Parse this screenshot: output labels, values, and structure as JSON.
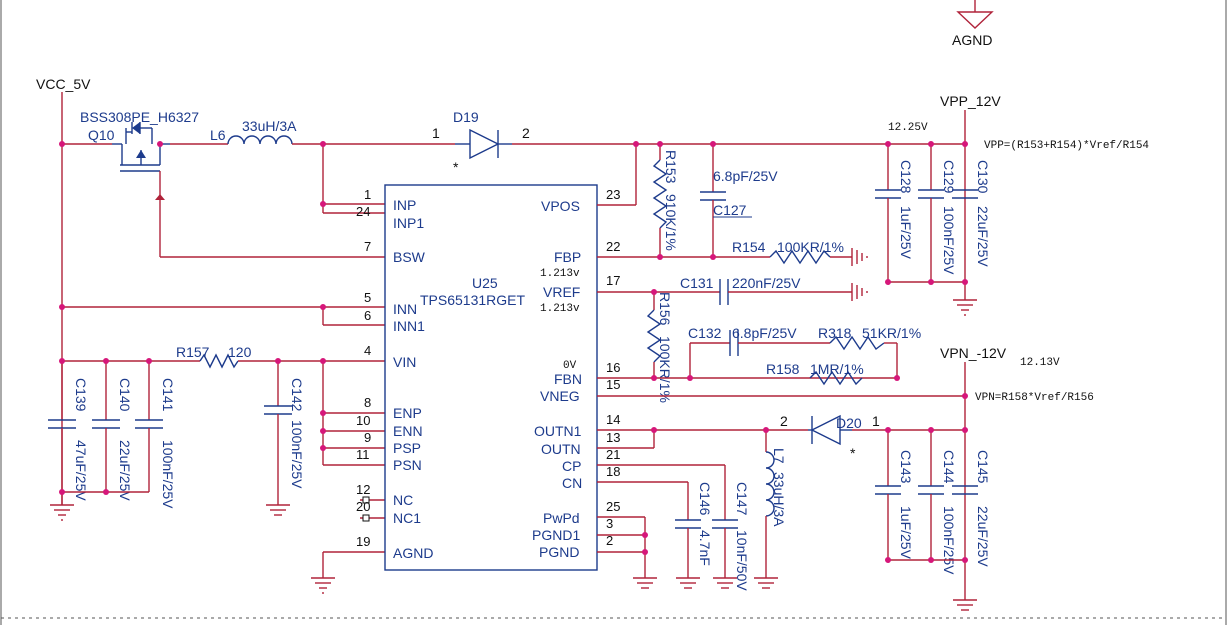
{
  "ic": {
    "ref": "U25",
    "part": "TPS65131RGET"
  },
  "nets": {
    "vcc": "VCC_5V",
    "vpp": "VPP_12V",
    "vpn": "VPN_-12V",
    "agnd": "AGND"
  },
  "volts": {
    "vpp": "12.25V",
    "vpn": "12.13V",
    "fbp": "1.213v",
    "vref": "1.213v",
    "fbn": "0V"
  },
  "formulas": {
    "vpp": "VPP=(R153+R154)*Vref/R154",
    "vpn": "VPN=R158*Vref/R156"
  },
  "q10": {
    "part": "BSS308PE_H6327",
    "ref": "Q10"
  },
  "l6": {
    "ref": "L6",
    "val": "33uH/3A"
  },
  "l7": {
    "ref": "L7",
    "val": "33uH/3A"
  },
  "d19": {
    "ref": "D19",
    "p1": "1",
    "p2": "2",
    "star": "*"
  },
  "d20": {
    "ref": "D20",
    "p1": "1",
    "p2": "2",
    "star": "*"
  },
  "resistors": {
    "r153": {
      "ref": "R153",
      "val": "910K/1%"
    },
    "r154": {
      "ref": "R154",
      "val": "100KR/1%"
    },
    "r156": {
      "ref": "R156",
      "val": "100KR/1%"
    },
    "r318": {
      "ref": "R318",
      "val": "51KR/1%"
    },
    "r158": {
      "ref": "R158",
      "val": "1MR/1%"
    },
    "r157": {
      "ref": "R157",
      "val": "120"
    }
  },
  "caps": {
    "c127": {
      "ref": "C127",
      "val": "6.8pF/25V"
    },
    "c131": {
      "ref": "C131",
      "val": "220nF/25V"
    },
    "c132": {
      "ref": "C132",
      "val": "6.8pF/25V"
    },
    "c128": {
      "ref": "C128",
      "val": "1uF/25V"
    },
    "c129": {
      "ref": "C129",
      "val": "100nF/25V"
    },
    "c130": {
      "ref": "C130",
      "val": "22uF/25V"
    },
    "c139": {
      "ref": "C139",
      "val": "47uF/25V"
    },
    "c140": {
      "ref": "C140",
      "val": "22uF/25V"
    },
    "c141": {
      "ref": "C141",
      "val": "100nF/25V"
    },
    "c142": {
      "ref": "C142",
      "val": "100nF/25V"
    },
    "c143": {
      "ref": "C143",
      "val": "1uF/25V"
    },
    "c144": {
      "ref": "C144",
      "val": "100nF/25V"
    },
    "c145": {
      "ref": "C145",
      "val": "22uF/25V"
    },
    "c146": {
      "ref": "C146",
      "val": "4.7nF"
    },
    "c147": {
      "ref": "C147",
      "val": "10nF/50V"
    }
  },
  "left_pins": [
    {
      "num": "1",
      "name": "INP"
    },
    {
      "num": "24",
      "name": "INP1"
    },
    {
      "num": "7",
      "name": "BSW"
    },
    {
      "num": "5",
      "name": "INN"
    },
    {
      "num": "6",
      "name": "INN1"
    },
    {
      "num": "4",
      "name": "VIN"
    },
    {
      "num": "8",
      "name": "ENP"
    },
    {
      "num": "10",
      "name": "ENN"
    },
    {
      "num": "9",
      "name": "PSP"
    },
    {
      "num": "11",
      "name": "PSN"
    },
    {
      "num": "12",
      "name": "NC"
    },
    {
      "num": "20",
      "name": "NC1"
    },
    {
      "num": "19",
      "name": "AGND"
    }
  ],
  "right_pins": [
    {
      "num": "23",
      "name": "VPOS"
    },
    {
      "num": "22",
      "name": "FBP"
    },
    {
      "num": "17",
      "name": "VREF"
    },
    {
      "num": "16",
      "name": "FBN"
    },
    {
      "num": "15",
      "name": "VNEG"
    },
    {
      "num": "14",
      "name": "OUTN1"
    },
    {
      "num": "13",
      "name": "OUTN"
    },
    {
      "num": "21",
      "name": "CP"
    },
    {
      "num": "18",
      "name": "CN"
    },
    {
      "num": "25",
      "name": "PwPd"
    },
    {
      "num": "3",
      "name": "PGND1"
    },
    {
      "num": "2",
      "name": "PGND"
    }
  ]
}
